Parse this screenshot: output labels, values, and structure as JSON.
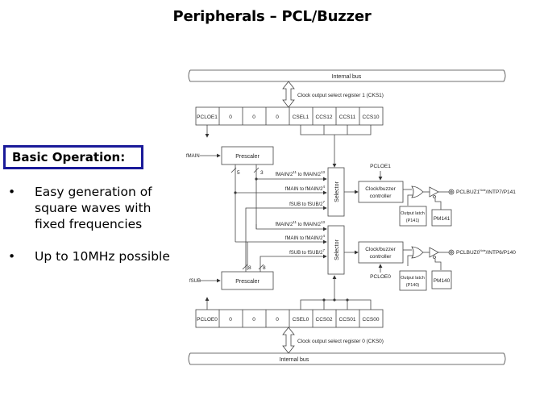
{
  "slide": {
    "title": "Peripherals – PCL/Buzzer",
    "operation_heading": "Basic Operation:",
    "bullets": [
      {
        "marker": "•",
        "text": "Easy generation of square waves with fixed frequencies"
      },
      {
        "marker": "•",
        "text": "Up to 10MHz possible"
      }
    ]
  },
  "diagram": {
    "top_bus_label": "Internal bus",
    "bottom_bus_label": "Internal bus",
    "register1": {
      "label": "Clock output select register 1 (CKS1)",
      "bits": [
        "PCLOE1",
        "0",
        "0",
        "0",
        "CSEL1",
        "CCS12",
        "CCS11",
        "CCS10"
      ]
    },
    "register0": {
      "label": "Clock output select register 0 (CKS0)",
      "bits": [
        "PCLOE0",
        "0",
        "0",
        "0",
        "CSEL0",
        "CCS02",
        "CCS01",
        "CCS00"
      ]
    },
    "prescaler_top": {
      "label": "Prescaler",
      "input": "fMAIN",
      "bus_widths": [
        "5",
        "3"
      ]
    },
    "prescaler_bottom": {
      "label": "Prescaler",
      "input": "fSUB",
      "bus_widths": [
        "8",
        "8"
      ]
    },
    "selector_top": {
      "label": "Selector",
      "inputs": [
        {
          "base": "fMAIN/2",
          "sup": "11",
          "mid": " to fMAIN/2",
          "sup2": "13"
        },
        {
          "base": "fMAIN to fMAIN/2",
          "sup": "4"
        },
        {
          "base": "fSUB to fSUB/2",
          "sup": "7"
        }
      ]
    },
    "selector_bottom": {
      "label": "Selector",
      "inputs": [
        {
          "base": "fMAIN/2",
          "sup": "11",
          "mid": " to fMAIN/2",
          "sup2": "13"
        },
        {
          "base": "fMAIN to fMAIN/2",
          "sup": "4"
        },
        {
          "base": "fSUB to fSUB/2",
          "sup": "7"
        }
      ]
    },
    "controller1": {
      "line1": "Clock/buzzer",
      "line2": "controller",
      "enable": "PCLOE1"
    },
    "controller0": {
      "line1": "Clock/buzzer",
      "line2": "controller",
      "enable": "PCLOE0"
    },
    "latch1": {
      "line1": "Output latch",
      "line2": "(P141)"
    },
    "latch0": {
      "line1": "Output latch",
      "line2": "(P140)"
    },
    "pm1": "PM141",
    "pm0": "PM140",
    "pin1": {
      "name": "PCLBUZ1",
      "note": "Note",
      "rest": "/INTP7/P141"
    },
    "pin0": {
      "name": "PCLBUZ0",
      "note": "Note",
      "rest": "/INTP6/P140"
    }
  }
}
